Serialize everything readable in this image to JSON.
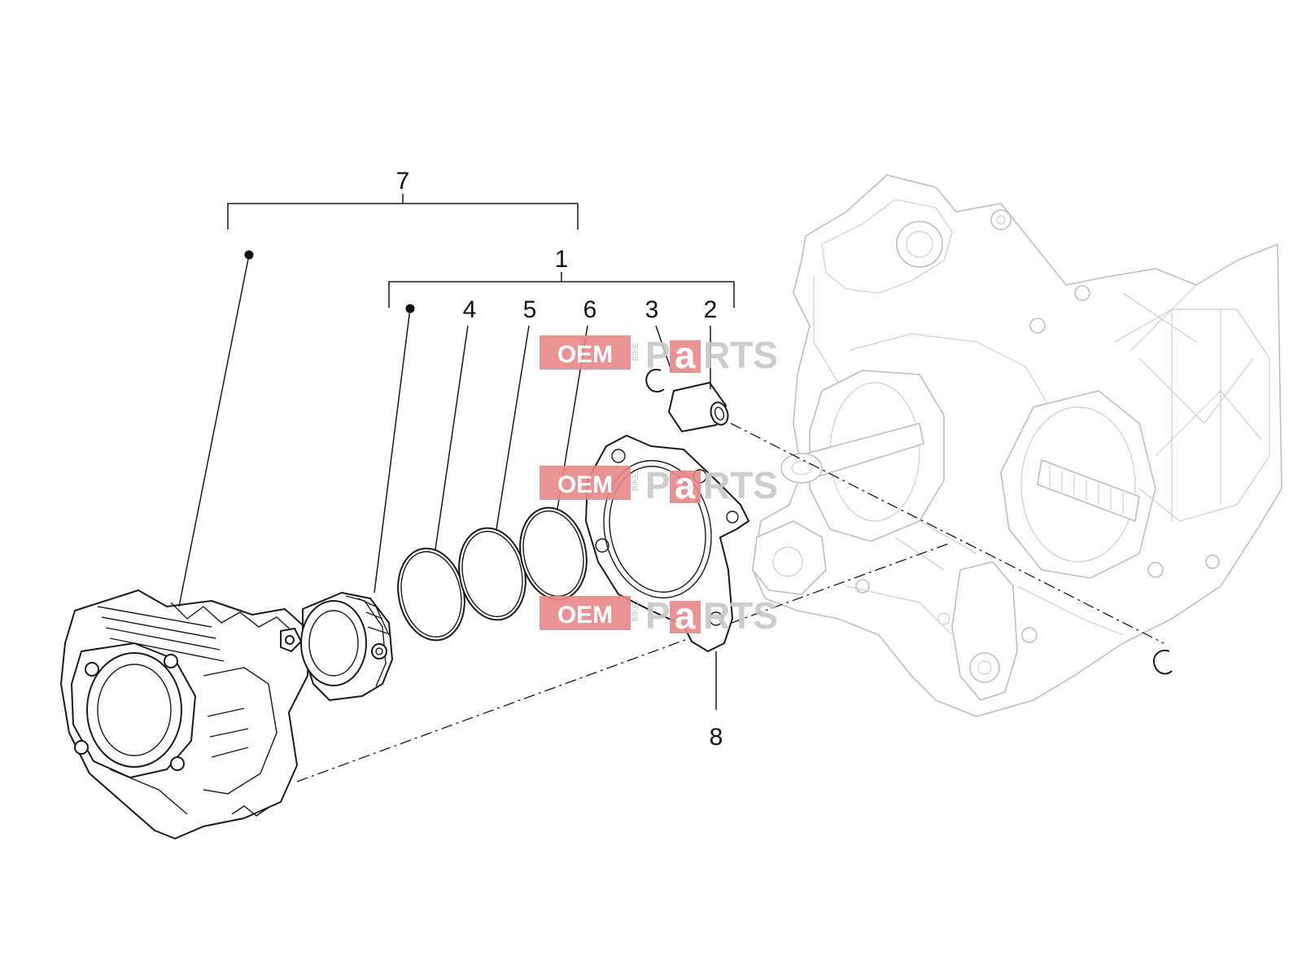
{
  "callouts": {
    "c7": "7",
    "c1": "1",
    "c4": "4",
    "c5": "5",
    "c6": "6",
    "c3": "3",
    "c2": "2",
    "c8": "8"
  },
  "watermark": {
    "oem": "OEM",
    "bike": "BIKE",
    "p": "P",
    "a": "a",
    "rts": "RTS",
    "colors": {
      "oem_bg": "#e8888a",
      "text_gray": "#c8c8c8"
    }
  }
}
